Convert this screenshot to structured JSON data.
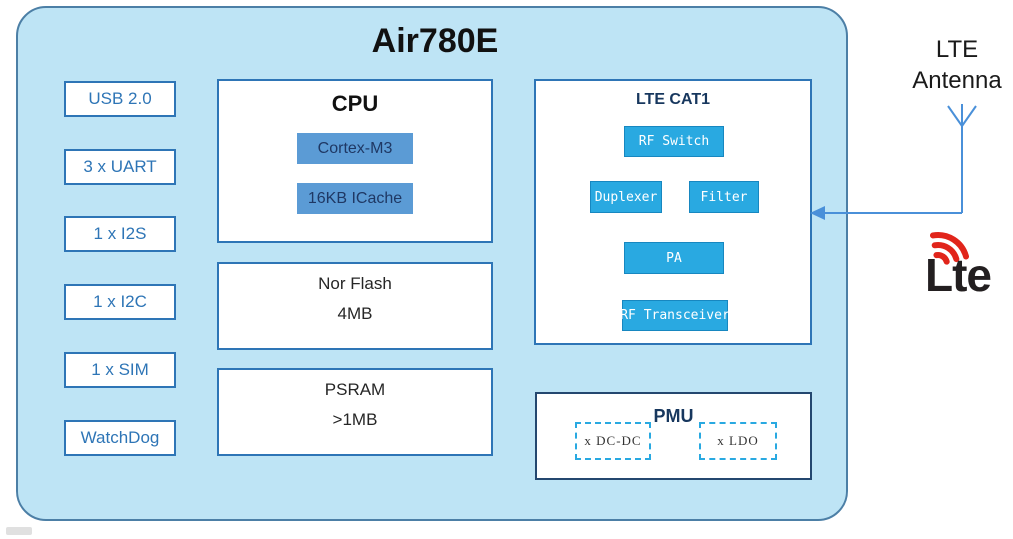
{
  "diagram": {
    "title": "Air780E",
    "peripherals": [
      "USB 2.0",
      "3 x UART",
      "1 x I2S",
      "1 x I2C",
      "1 x SIM",
      "WatchDog"
    ],
    "cpu": {
      "title": "CPU",
      "cores": [
        "Cortex-M3",
        "16KB ICache"
      ]
    },
    "nor_flash": {
      "title": "Nor Flash",
      "size": "4MB"
    },
    "psram": {
      "title": "PSRAM",
      "size": ">1MB"
    },
    "lte_cat1": {
      "title": "LTE CAT1",
      "blocks": [
        "RF Switch",
        "Duplexer",
        "Filter",
        "PA",
        "RF Transceiver"
      ]
    },
    "pmu": {
      "title": "PMU",
      "blocks": [
        "x DC-DC",
        "x LDO"
      ]
    },
    "antenna": {
      "line1": "LTE",
      "line2": "Antenna"
    },
    "logo_text": "Lte"
  },
  "colors": {
    "container_fill": "#bee4f5",
    "container_border": "#4c7fa6",
    "box_border_blue": "#2e75b6",
    "core_chip_fill": "#5b9bd5",
    "rf_chip_fill": "#29a9e1",
    "navy_text": "#17375e",
    "logo_red": "#e1251b",
    "line_blue": "#4a90d9"
  }
}
